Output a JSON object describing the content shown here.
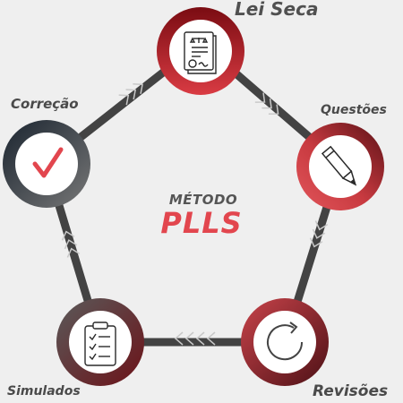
{
  "center": {
    "kicker": "MÉTODO",
    "title": "PLLS"
  },
  "steps": [
    {
      "label": "Lei Seca",
      "icon": "document-seal-icon"
    },
    {
      "label": "Questões",
      "icon": "pencil-icon"
    },
    {
      "label": "Revisões",
      "icon": "refresh-icon"
    },
    {
      "label": "Simulados",
      "icon": "checklist-clipboard-icon"
    },
    {
      "label": "Correção",
      "icon": "checkmark-icon"
    }
  ],
  "colors": {
    "background": "#efefef",
    "connector": "#434343",
    "title_accent": "#e2464e",
    "node_red_dark": "#7c1015",
    "node_red_light": "#e04a4f",
    "node_dark": "#1f2a33",
    "node_gray": "#6b6b6b"
  }
}
